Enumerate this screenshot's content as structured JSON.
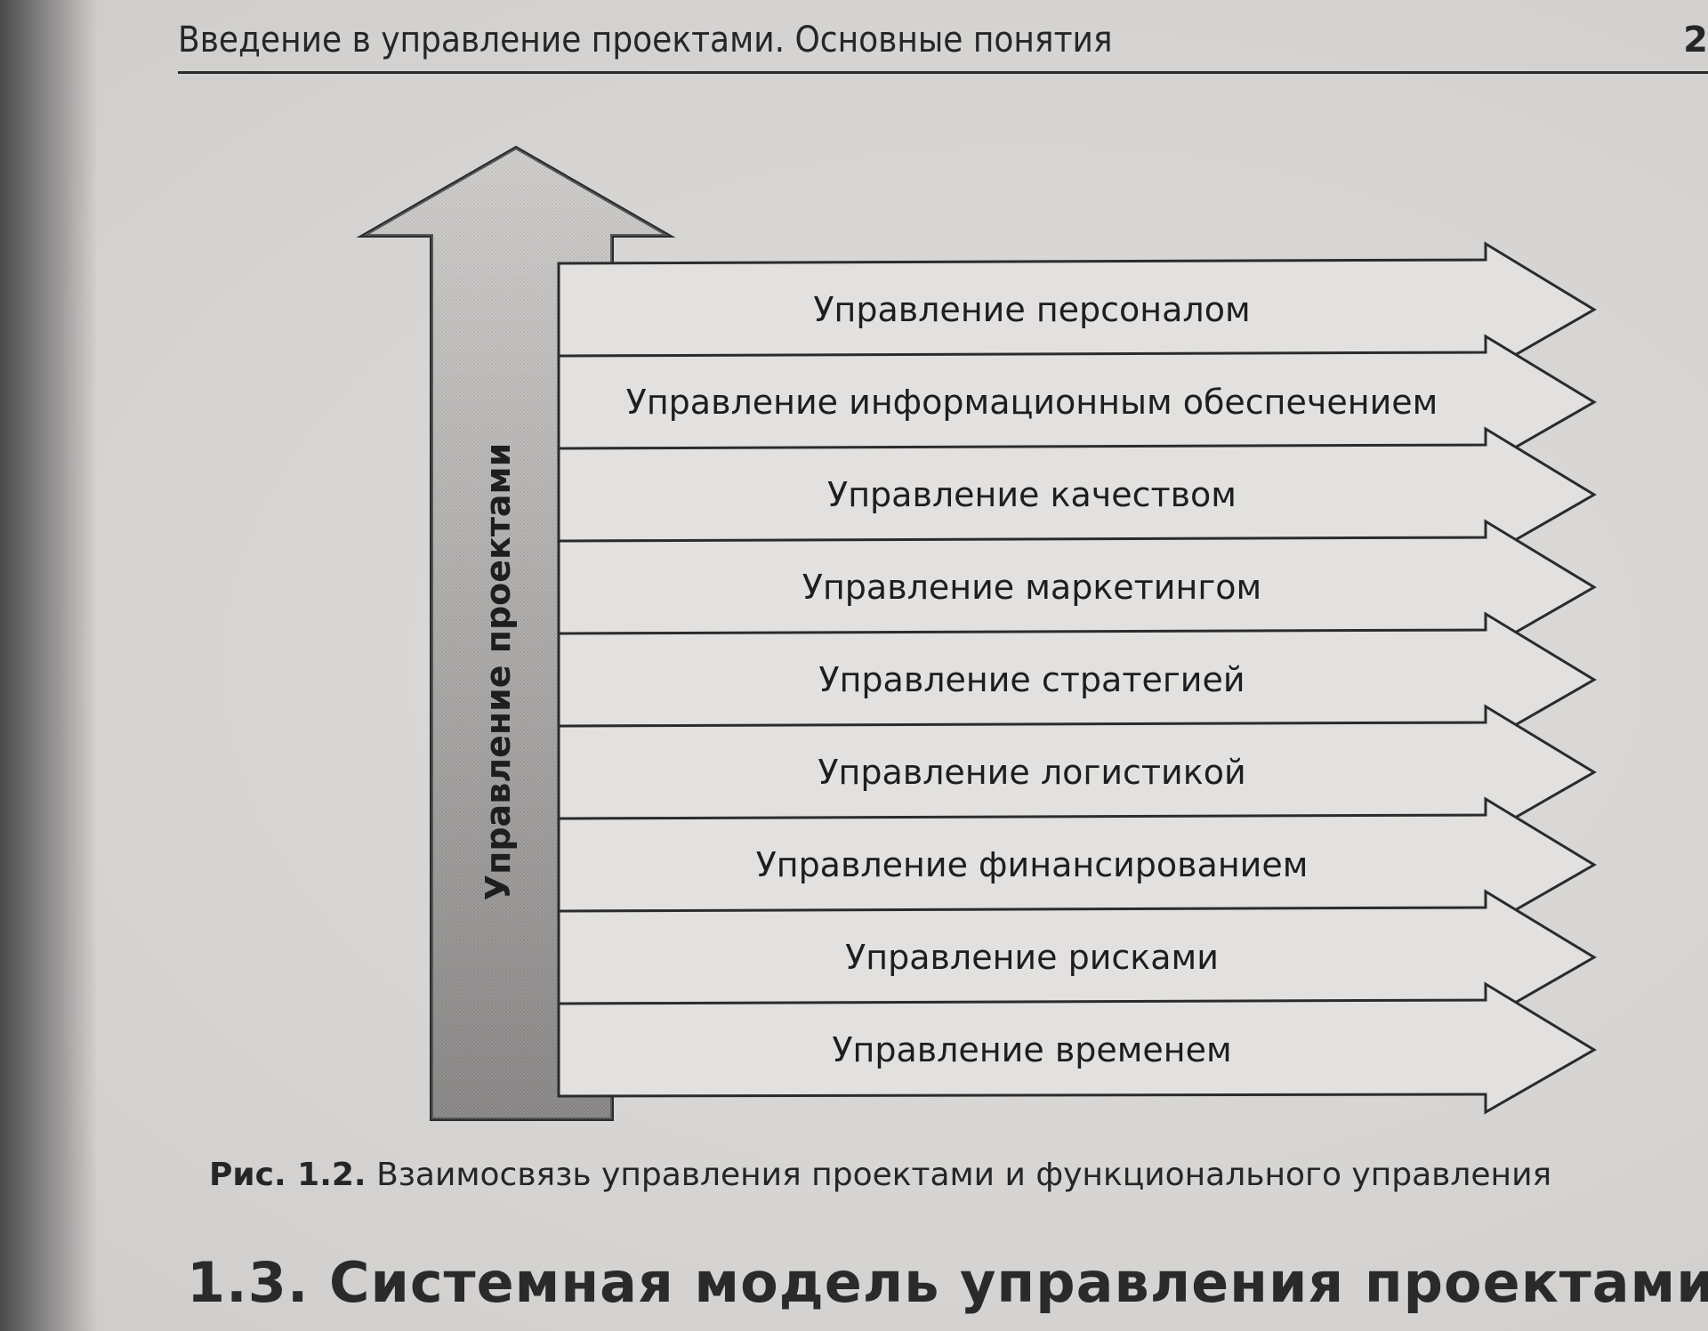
{
  "running_head": "Введение в управление проектами. Основные понятия",
  "page_number": "2",
  "diagram": {
    "vertical_arrow_label": "Управление проектами",
    "functions": [
      "Управление персоналом",
      "Управление информационным обеспечением",
      "Управление качеством",
      "Управление маркетингом",
      "Управление стратегией",
      "Управление логистикой",
      "Управление финансированием",
      "Управление рисками",
      "Управление временем"
    ]
  },
  "caption": {
    "ref": "Рис. 1.2.",
    "text": "Взаимосвязь управления проектами и функционального управления"
  },
  "section_title": "1.3. Системная модель управления проектами"
}
